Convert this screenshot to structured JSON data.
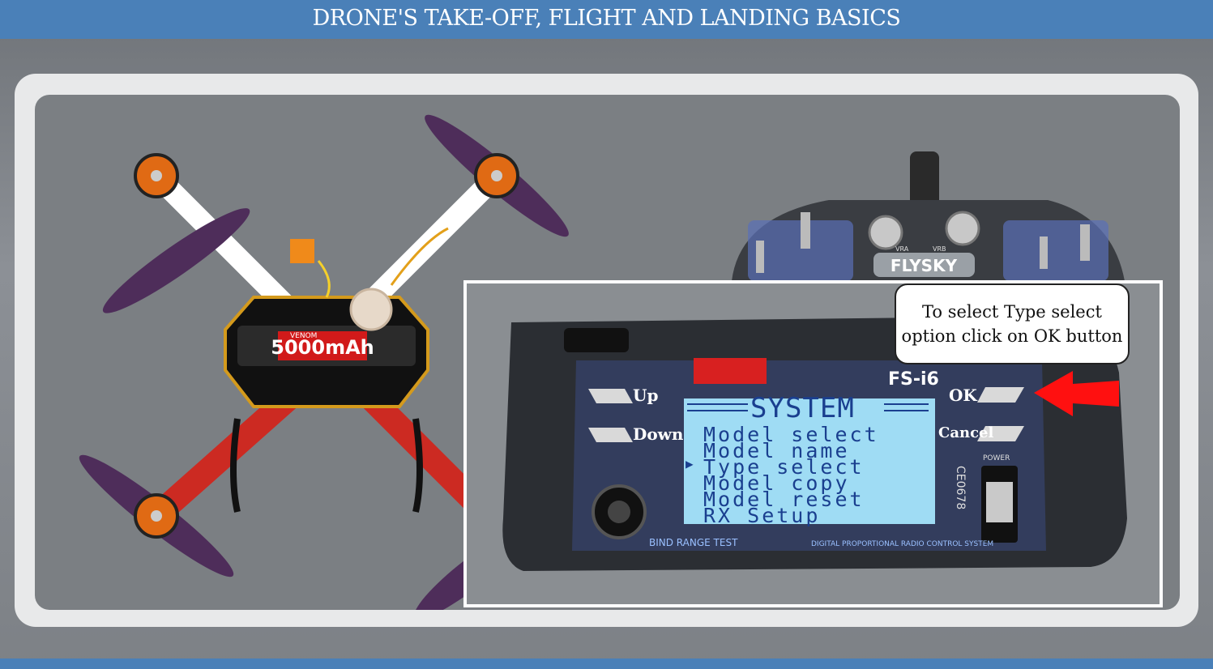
{
  "header": {
    "title": "DRONE'S TAKE-OFF, FLIGHT AND LANDING BASICS"
  },
  "callout": {
    "line1": "To select Type select",
    "line2": "option click on OK button"
  },
  "transmitter": {
    "brand": "FLYSKY",
    "model": "FS-i6",
    "labels": {
      "up": "Up",
      "down": "Down",
      "ok": "OK",
      "cancel": "Cancel",
      "power": "POWER"
    },
    "bottom_left_text": "BIND RANGE TEST",
    "bottom_right_text": "DIGITAL PROPORTIONAL RADIO CONTROL SYSTEM",
    "side_text": "CE0678",
    "vra": "VRA",
    "vrb": "VRB"
  },
  "lcd": {
    "title": "SYSTEM",
    "items": [
      "Model select",
      "Model name",
      "Type select",
      "Model copy",
      "Model reset",
      "RX Setup"
    ],
    "cursor": "▶",
    "selected_index": 2
  },
  "battery": {
    "label": "5000mAh",
    "brand": "VENOM"
  },
  "colors": {
    "header": "#4a80b8",
    "lcd": "#9fdcf4",
    "arrow": "#ff0000"
  }
}
